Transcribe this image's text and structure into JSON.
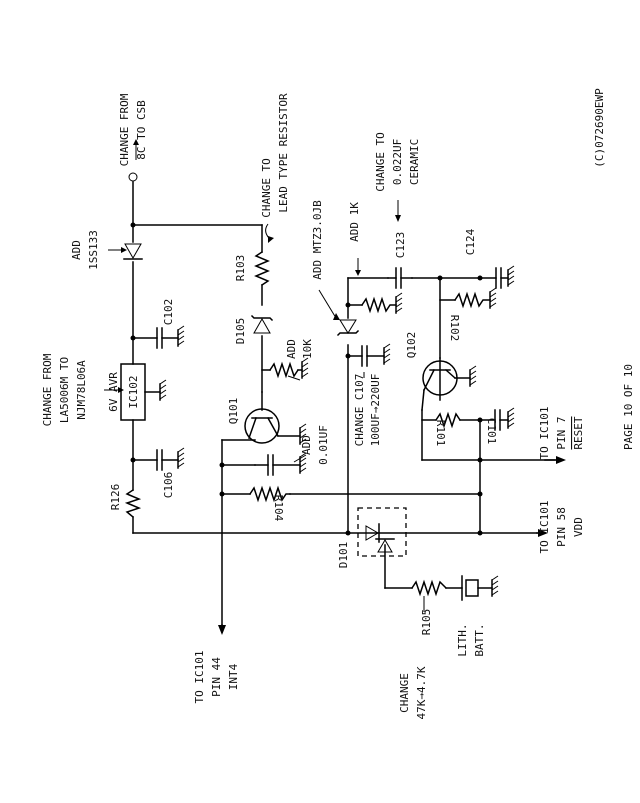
{
  "page": {
    "copyright": "(C)072690EWP",
    "page_number": "PAGE 10 OF 10"
  },
  "notes": {
    "change_csb": [
      "CHANGE FROM",
      "8C TO CSB"
    ],
    "add_1ss133": [
      "ADD",
      "1SS133"
    ],
    "change_ic102": [
      "CHANGE FROM",
      "LA5006M TO",
      "NJM78L06A"
    ],
    "change_r103": [
      "CHANGE TO",
      "LEAD TYPE RESISTOR"
    ],
    "add_mtz": "ADD MTZ3.0JB",
    "add_1k": "ADD 1K",
    "change_c123": [
      "CHANGE TO",
      "0.022UF",
      "CERAMIC"
    ],
    "add_10k": [
      "ADD",
      "10K"
    ],
    "change_c107": [
      "CHANGE C107",
      "100UF→220UF"
    ],
    "add_001uf": [
      "ADD",
      "0.01UF"
    ],
    "change_r105": [
      "CHANGE",
      "47K→4.7K"
    ]
  },
  "labels": {
    "ic102": "IC102",
    "avr": "6V AVR",
    "c102": "C102",
    "c106": "C106",
    "r126": "R126",
    "r103": "R103",
    "d105": "D105",
    "q101": "Q101",
    "r104": "R104",
    "c107": "C107",
    "c123": "C123",
    "c124": "C124",
    "q102": "Q102",
    "r102": "R102",
    "r101": "R101",
    "c101": "C101",
    "d101": "D101",
    "r105": "R105",
    "batt": [
      "LITH.",
      "BATT."
    ]
  },
  "connections": {
    "int4": [
      "TO IC101",
      "PIN 44",
      "INT4"
    ],
    "vdd": [
      "TO IC101",
      "PIN 58",
      "VDD"
    ],
    "reset": [
      "TO IC101",
      "PIN 7",
      "RESET"
    ]
  }
}
